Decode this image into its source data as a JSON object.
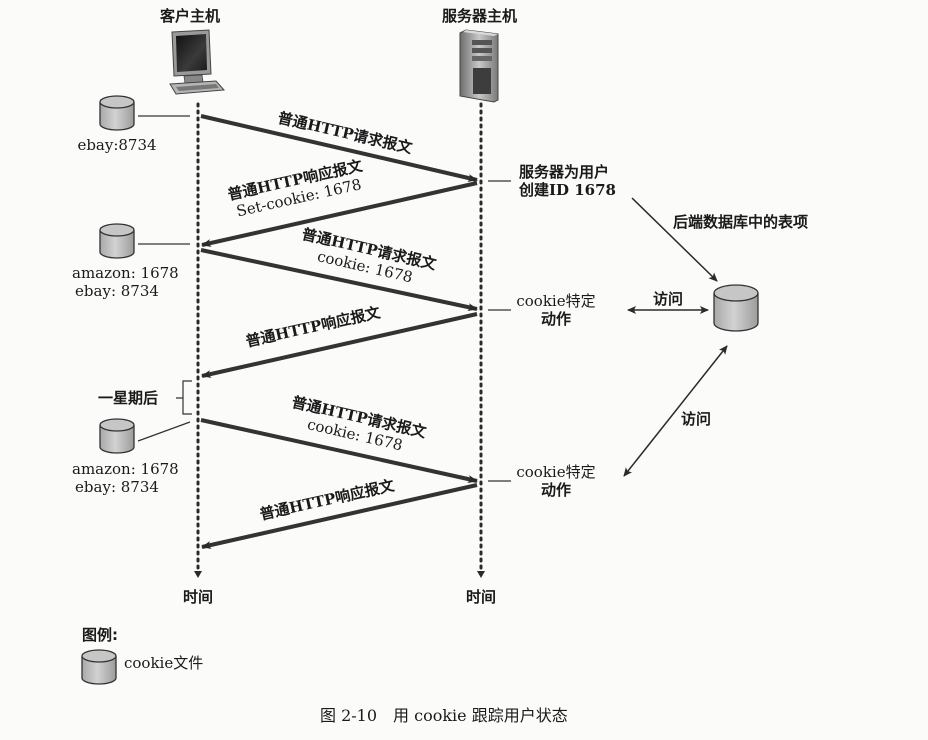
{
  "hosts": {
    "client_title": "客户主机",
    "server_title": "服务器主机",
    "time_label_client": "时间",
    "time_label_server": "时间"
  },
  "messages": [
    {
      "direction": "client-to-server",
      "line1": "普通HTTP请求报文",
      "line2": ""
    },
    {
      "direction": "server-to-client",
      "line1": "普通HTTP响应报文",
      "line2": "Set-cookie: 1678"
    },
    {
      "direction": "client-to-server",
      "line1": "普通HTTP请求报文",
      "line2": "cookie: 1678"
    },
    {
      "direction": "server-to-client",
      "line1": "普通HTTP响应报文",
      "line2": ""
    },
    {
      "direction": "client-to-server",
      "line1": "普通HTTP请求报文",
      "line2": "cookie: 1678"
    },
    {
      "direction": "server-to-client",
      "line1": "普通HTTP响应报文",
      "line2": ""
    }
  ],
  "cookie_files": [
    {
      "lines": [
        "ebay:8734"
      ]
    },
    {
      "lines": [
        "amazon: 1678",
        "ebay: 8734"
      ]
    },
    {
      "lines": [
        "amazon: 1678",
        "ebay: 8734"
      ]
    }
  ],
  "server_actions": [
    {
      "line1": "服务器为用户",
      "line2": "创建ID 1678"
    },
    {
      "line1": "cookie特定",
      "line2": "动作"
    },
    {
      "line1": "cookie特定",
      "line2": "动作"
    }
  ],
  "backend": {
    "db_label": "后端数据库中的表项",
    "access_label_1": "访问",
    "access_label_2": "访问"
  },
  "time_gap_label": "一星期后",
  "legend": {
    "title": "图例:",
    "item_label": "cookie文件"
  },
  "caption": "图 2-10　用 cookie 跟踪用户状态"
}
